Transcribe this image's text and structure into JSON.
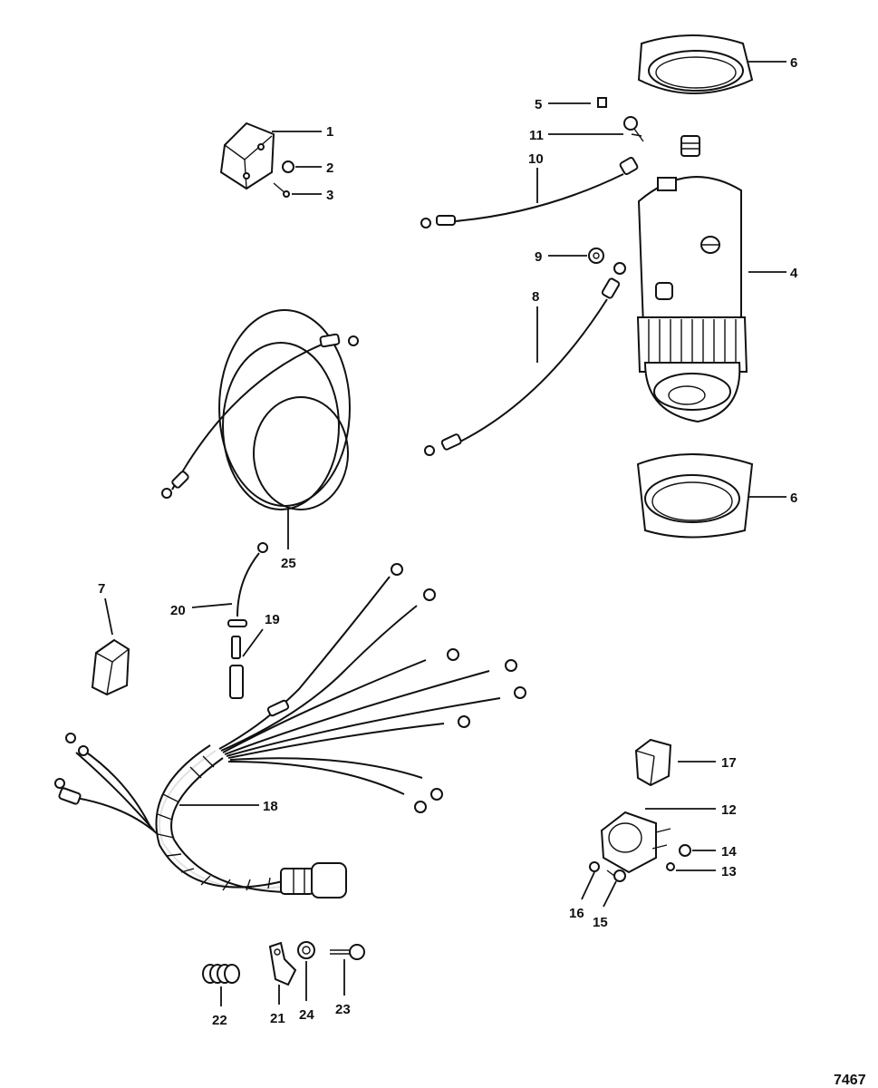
{
  "callouts": {
    "c1": "1",
    "c2": "2",
    "c3": "3",
    "c4": "4",
    "c5": "5",
    "c6a": "6",
    "c6b": "6",
    "c7": "7",
    "c8": "8",
    "c9": "9",
    "c10": "10",
    "c11": "11",
    "c12": "12",
    "c13": "13",
    "c14": "14",
    "c15": "15",
    "c16": "16",
    "c17": "17",
    "c18": "18",
    "c19": "19",
    "c20": "20",
    "c21": "21",
    "c22": "22",
    "c23": "23",
    "c24": "24",
    "c25": "25"
  },
  "figure_number": "7467"
}
